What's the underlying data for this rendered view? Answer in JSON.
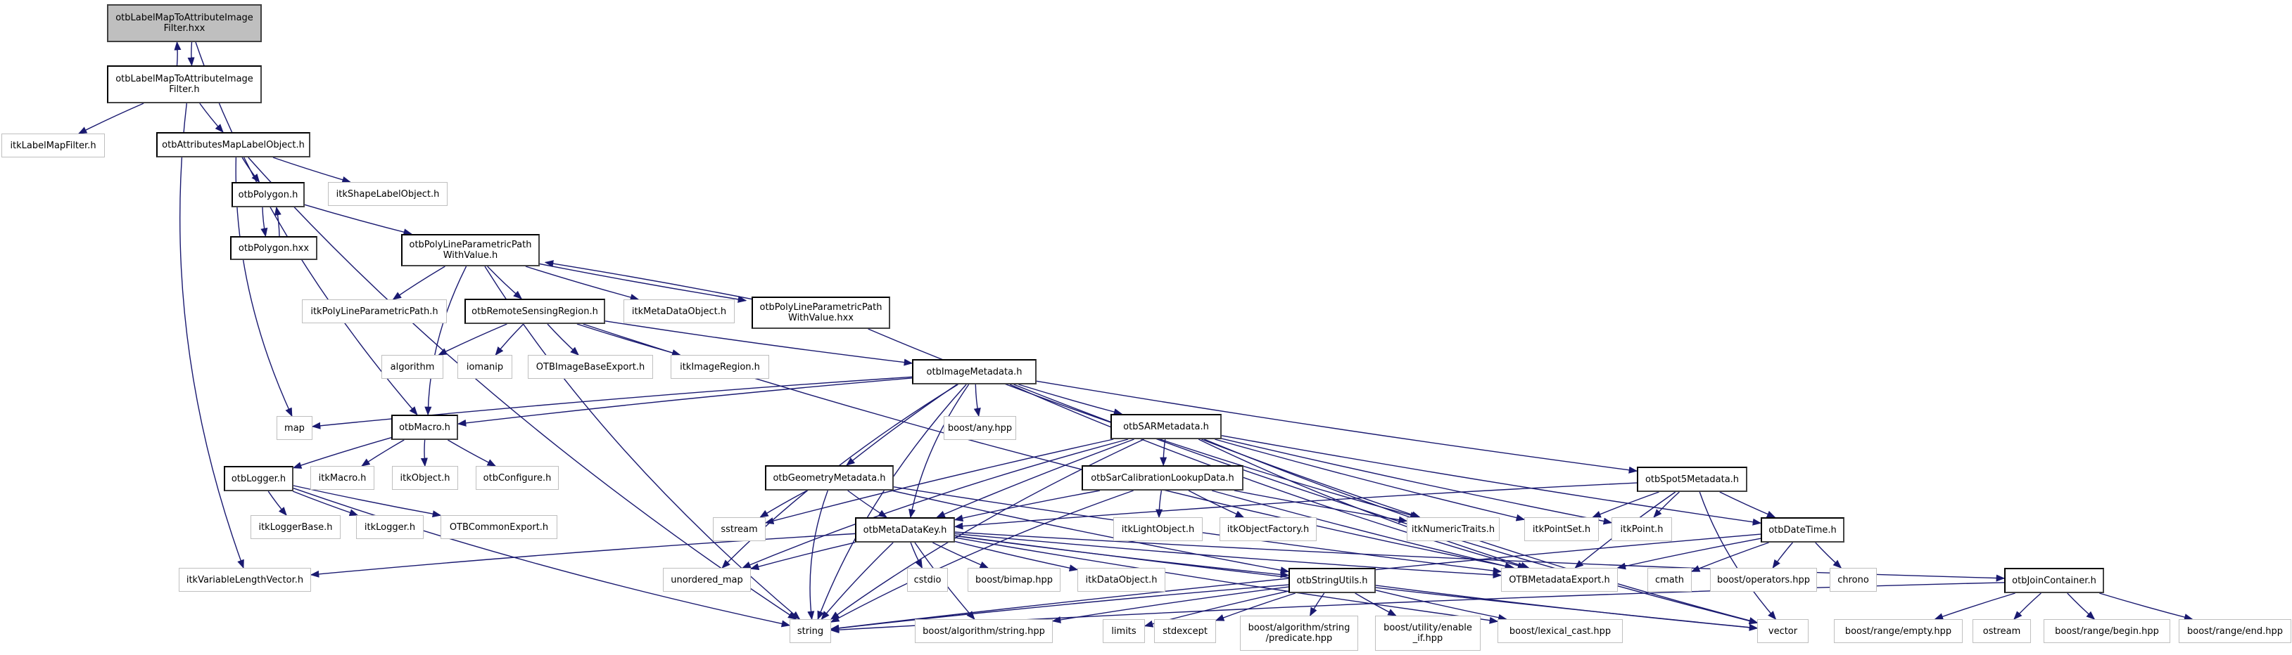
{
  "edge_color": "#191970",
  "nodes": [
    {
      "id": "hxx",
      "label": "otbLabelMapToAttributeImage\nFilter.hxx",
      "kind": "root"
    },
    {
      "id": "h",
      "label": "otbLabelMapToAttributeImage\nFilter.h",
      "kind": "local"
    },
    {
      "id": "itkLabelMapFilter",
      "label": "itkLabelMapFilter.h",
      "kind": "ext"
    },
    {
      "id": "attrMap",
      "label": "otbAttributesMapLabelObject.h",
      "kind": "local"
    },
    {
      "id": "polygon",
      "label": "otbPolygon.h",
      "kind": "local"
    },
    {
      "id": "shapeLabel",
      "label": "itkShapeLabelObject.h",
      "kind": "ext"
    },
    {
      "id": "polygonhxx",
      "label": "otbPolygon.hxx",
      "kind": "local"
    },
    {
      "id": "polyline",
      "label": "otbPolyLineParametricPath\nWithValue.h",
      "kind": "local"
    },
    {
      "id": "itkPolyLine",
      "label": "itkPolyLineParametricPath.h",
      "kind": "ext"
    },
    {
      "id": "rsRegion",
      "label": "otbRemoteSensingRegion.h",
      "kind": "local"
    },
    {
      "id": "metaDataObject",
      "label": "itkMetaDataObject.h",
      "kind": "ext"
    },
    {
      "id": "polylinehxx",
      "label": "otbPolyLineParametricPath\nWithValue.hxx",
      "kind": "local"
    },
    {
      "id": "algorithm",
      "label": "algorithm",
      "kind": "ext"
    },
    {
      "id": "iomanip",
      "label": "iomanip",
      "kind": "ext"
    },
    {
      "id": "imgBaseExport",
      "label": "OTBImageBaseExport.h",
      "kind": "ext"
    },
    {
      "id": "imageRegion",
      "label": "itkImageRegion.h",
      "kind": "ext"
    },
    {
      "id": "imageMetadata",
      "label": "otbImageMetadata.h",
      "kind": "local"
    },
    {
      "id": "map",
      "label": "map",
      "kind": "ext"
    },
    {
      "id": "macro",
      "label": "otbMacro.h",
      "kind": "local"
    },
    {
      "id": "boostAny",
      "label": "boost/any.hpp",
      "kind": "ext"
    },
    {
      "id": "sarMetadata",
      "label": "otbSARMetadata.h",
      "kind": "local"
    },
    {
      "id": "logger",
      "label": "otbLogger.h",
      "kind": "local"
    },
    {
      "id": "itkMacro",
      "label": "itkMacro.h",
      "kind": "ext"
    },
    {
      "id": "itkObject",
      "label": "itkObject.h",
      "kind": "ext"
    },
    {
      "id": "configure",
      "label": "otbConfigure.h",
      "kind": "ext"
    },
    {
      "id": "geomMetadata",
      "label": "otbGeometryMetadata.h",
      "kind": "local"
    },
    {
      "id": "sarCalib",
      "label": "otbSarCalibrationLookupData.h",
      "kind": "local"
    },
    {
      "id": "spot5",
      "label": "otbSpot5Metadata.h",
      "kind": "local"
    },
    {
      "id": "loggerBase",
      "label": "itkLoggerBase.h",
      "kind": "ext"
    },
    {
      "id": "itkLogger",
      "label": "itkLogger.h",
      "kind": "ext"
    },
    {
      "id": "commonExport",
      "label": "OTBCommonExport.h",
      "kind": "ext"
    },
    {
      "id": "sstream",
      "label": "sstream",
      "kind": "ext"
    },
    {
      "id": "metaDataKey",
      "label": "otbMetaDataKey.h",
      "kind": "local"
    },
    {
      "id": "lightObject",
      "label": "itkLightObject.h",
      "kind": "ext"
    },
    {
      "id": "objectFactory",
      "label": "itkObjectFactory.h",
      "kind": "ext"
    },
    {
      "id": "numericTraits",
      "label": "itkNumericTraits.h",
      "kind": "ext"
    },
    {
      "id": "pointSet",
      "label": "itkPointSet.h",
      "kind": "ext"
    },
    {
      "id": "itkPoint",
      "label": "itkPoint.h",
      "kind": "ext"
    },
    {
      "id": "dateTime",
      "label": "otbDateTime.h",
      "kind": "local"
    },
    {
      "id": "varLenVector",
      "label": "itkVariableLengthVector.h",
      "kind": "ext"
    },
    {
      "id": "unorderedMap",
      "label": "unordered_map",
      "kind": "ext"
    },
    {
      "id": "cstdio",
      "label": "cstdio",
      "kind": "ext"
    },
    {
      "id": "bimap",
      "label": "boost/bimap.hpp",
      "kind": "ext"
    },
    {
      "id": "dataObject",
      "label": "itkDataObject.h",
      "kind": "ext"
    },
    {
      "id": "stringUtils",
      "label": "otbStringUtils.h",
      "kind": "local"
    },
    {
      "id": "metadataExport",
      "label": "OTBMetadataExport.h",
      "kind": "ext"
    },
    {
      "id": "cmath",
      "label": "cmath",
      "kind": "ext"
    },
    {
      "id": "boostOperators",
      "label": "boost/operators.hpp",
      "kind": "ext"
    },
    {
      "id": "chrono",
      "label": "chrono",
      "kind": "ext"
    },
    {
      "id": "joinContainer",
      "label": "otbJoinContainer.h",
      "kind": "local"
    },
    {
      "id": "string",
      "label": "string",
      "kind": "ext"
    },
    {
      "id": "boostAlgoString",
      "label": "boost/algorithm/string.hpp",
      "kind": "ext"
    },
    {
      "id": "limits",
      "label": "limits",
      "kind": "ext"
    },
    {
      "id": "stdexcept",
      "label": "stdexcept",
      "kind": "ext"
    },
    {
      "id": "boostPredicate",
      "label": "boost/algorithm/string\n/predicate.hpp",
      "kind": "ext"
    },
    {
      "id": "boostEnableIf",
      "label": "boost/utility/enable\n_if.hpp",
      "kind": "ext"
    },
    {
      "id": "lexicalCast",
      "label": "boost/lexical_cast.hpp",
      "kind": "ext"
    },
    {
      "id": "vector",
      "label": "vector",
      "kind": "ext"
    },
    {
      "id": "rangeEmpty",
      "label": "boost/range/empty.hpp",
      "kind": "ext"
    },
    {
      "id": "ostream",
      "label": "ostream",
      "kind": "ext"
    },
    {
      "id": "rangeBegin",
      "label": "boost/range/begin.hpp",
      "kind": "ext"
    },
    {
      "id": "rangeEnd",
      "label": "boost/range/end.hpp",
      "kind": "ext"
    }
  ],
  "edges": [
    [
      "hxx",
      "h"
    ],
    [
      "h",
      "hxx"
    ],
    [
      "hxx",
      "macro"
    ],
    [
      "h",
      "itkLabelMapFilter"
    ],
    [
      "h",
      "attrMap"
    ],
    [
      "h",
      "varLenVector"
    ],
    [
      "attrMap",
      "polygon"
    ],
    [
      "attrMap",
      "shapeLabel"
    ],
    [
      "attrMap",
      "map"
    ],
    [
      "attrMap",
      "string"
    ],
    [
      "polygon",
      "polygonhxx"
    ],
    [
      "polygonhxx",
      "polygon"
    ],
    [
      "polygon",
      "polyline"
    ],
    [
      "polyline",
      "itkPolyLine"
    ],
    [
      "polyline",
      "rsRegion"
    ],
    [
      "polyline",
      "metaDataObject"
    ],
    [
      "polyline",
      "polylinehxx"
    ],
    [
      "polylinehxx",
      "polyline"
    ],
    [
      "polyline",
      "macro"
    ],
    [
      "polyline",
      "string"
    ],
    [
      "polylinehxx",
      "numericTraits"
    ],
    [
      "rsRegion",
      "algorithm"
    ],
    [
      "rsRegion",
      "iomanip"
    ],
    [
      "rsRegion",
      "imgBaseExport"
    ],
    [
      "rsRegion",
      "imageRegion"
    ],
    [
      "rsRegion",
      "imageMetadata"
    ],
    [
      "rsRegion",
      "metadataExport"
    ],
    [
      "imageMetadata",
      "map"
    ],
    [
      "imageMetadata",
      "macro"
    ],
    [
      "imageMetadata",
      "boostAny"
    ],
    [
      "imageMetadata",
      "sarMetadata"
    ],
    [
      "imageMetadata",
      "geomMetadata"
    ],
    [
      "imageMetadata",
      "metaDataKey"
    ],
    [
      "imageMetadata",
      "unorderedMap"
    ],
    [
      "imageMetadata",
      "string"
    ],
    [
      "imageMetadata",
      "spot5"
    ],
    [
      "imageMetadata",
      "metadataExport"
    ],
    [
      "imageMetadata",
      "vector"
    ],
    [
      "macro",
      "logger"
    ],
    [
      "macro",
      "itkMacro"
    ],
    [
      "macro",
      "itkObject"
    ],
    [
      "macro",
      "configure"
    ],
    [
      "logger",
      "loggerBase"
    ],
    [
      "logger",
      "itkLogger"
    ],
    [
      "logger",
      "commonExport"
    ],
    [
      "logger",
      "string"
    ],
    [
      "sarMetadata",
      "sarCalib"
    ],
    [
      "sarMetadata",
      "metaDataKey"
    ],
    [
      "sarMetadata",
      "numericTraits"
    ],
    [
      "sarMetadata",
      "pointSet"
    ],
    [
      "sarMetadata",
      "itkPoint"
    ],
    [
      "sarMetadata",
      "dateTime"
    ],
    [
      "sarMetadata",
      "sstream"
    ],
    [
      "sarMetadata",
      "unorderedMap"
    ],
    [
      "sarMetadata",
      "string"
    ],
    [
      "sarMetadata",
      "metadataExport"
    ],
    [
      "sarMetadata",
      "vector"
    ],
    [
      "geomMetadata",
      "sstream"
    ],
    [
      "geomMetadata",
      "metaDataKey"
    ],
    [
      "geomMetadata",
      "string"
    ],
    [
      "geomMetadata",
      "metadataExport"
    ],
    [
      "geomMetadata",
      "stringUtils"
    ],
    [
      "sarCalib",
      "lightObject"
    ],
    [
      "sarCalib",
      "objectFactory"
    ],
    [
      "sarCalib",
      "numericTraits"
    ],
    [
      "sarCalib",
      "metaDataKey"
    ],
    [
      "sarCalib",
      "metadataExport"
    ],
    [
      "sarCalib",
      "string"
    ],
    [
      "spot5",
      "pointSet"
    ],
    [
      "spot5",
      "itkPoint"
    ],
    [
      "spot5",
      "dateTime"
    ],
    [
      "spot5",
      "metaDataKey"
    ],
    [
      "spot5",
      "metadataExport"
    ],
    [
      "spot5",
      "vector"
    ],
    [
      "metaDataKey",
      "varLenVector"
    ],
    [
      "metaDataKey",
      "unorderedMap"
    ],
    [
      "metaDataKey",
      "cstdio"
    ],
    [
      "metaDataKey",
      "bimap"
    ],
    [
      "metaDataKey",
      "dataObject"
    ],
    [
      "metaDataKey",
      "stringUtils"
    ],
    [
      "metaDataKey",
      "metadataExport"
    ],
    [
      "metaDataKey",
      "string"
    ],
    [
      "metaDataKey",
      "boostAlgoString"
    ],
    [
      "metaDataKey",
      "joinContainer"
    ],
    [
      "metaDataKey",
      "vector"
    ],
    [
      "metaDataKey",
      "lexicalCast"
    ],
    [
      "dateTime",
      "metadataExport"
    ],
    [
      "dateTime",
      "cmath"
    ],
    [
      "dateTime",
      "boostOperators"
    ],
    [
      "dateTime",
      "chrono"
    ],
    [
      "dateTime",
      "string"
    ],
    [
      "stringUtils",
      "string"
    ],
    [
      "stringUtils",
      "boostAlgoString"
    ],
    [
      "stringUtils",
      "limits"
    ],
    [
      "stringUtils",
      "stdexcept"
    ],
    [
      "stringUtils",
      "boostPredicate"
    ],
    [
      "stringUtils",
      "boostEnableIf"
    ],
    [
      "stringUtils",
      "lexicalCast"
    ],
    [
      "stringUtils",
      "vector"
    ],
    [
      "joinContainer",
      "string"
    ],
    [
      "joinContainer",
      "rangeEmpty"
    ],
    [
      "joinContainer",
      "ostream"
    ],
    [
      "joinContainer",
      "rangeBegin"
    ],
    [
      "joinContainer",
      "rangeEnd"
    ]
  ]
}
